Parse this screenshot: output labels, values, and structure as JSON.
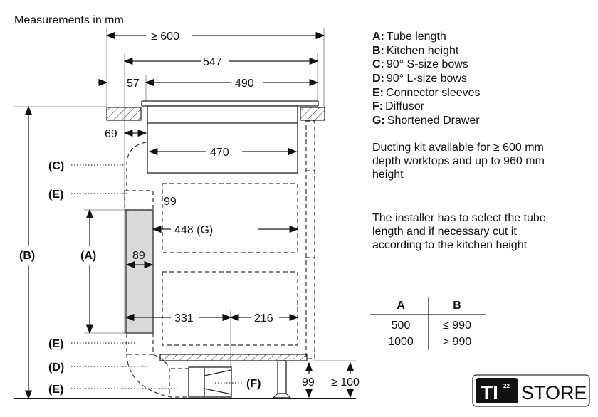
{
  "title": "Measurements in mm",
  "dims": {
    "d600": "≥ 600",
    "d547": "547",
    "d57": "57",
    "d490": "490",
    "d69": "69",
    "d470": "470",
    "d99a": "99",
    "d448": "448 (G)",
    "d89": "89",
    "d331": "331",
    "d216": "216",
    "d99b": "99",
    "d100": "≥ 100"
  },
  "labels": {
    "C": "(C)",
    "E1": "(E)",
    "B": "(B)",
    "A": "(A)",
    "E2": "(E)",
    "D": "(D)",
    "E3": "(E)",
    "F": "(F)"
  },
  "legend": [
    {
      "key": "A:",
      "text": "Tube length"
    },
    {
      "key": "B:",
      "text": "Kitchen height"
    },
    {
      "key": "C:",
      "text": "90° S-size bows"
    },
    {
      "key": "D:",
      "text": "90° L-size bows"
    },
    {
      "key": "E:",
      "text": "Connector sleeves"
    },
    {
      "key": "F:",
      "text": "Diffusor"
    },
    {
      "key": "G:",
      "text": "Shortened Drawer"
    }
  ],
  "note1": [
    "Ducting kit available for ≥ 600 mm",
    "depth worktops and up to 960 mm",
    "height"
  ],
  "note2": [
    "The installer has to select the tube",
    "length and if necessary cut it",
    "according to the kitchen height"
  ],
  "table": {
    "headers": [
      "A",
      "B"
    ],
    "rows": [
      [
        "500",
        "≤ 990"
      ],
      [
        "1000",
        "> 990"
      ]
    ]
  },
  "logo": {
    "mark": "TI",
    "sup": "22",
    "text": "STORE"
  }
}
